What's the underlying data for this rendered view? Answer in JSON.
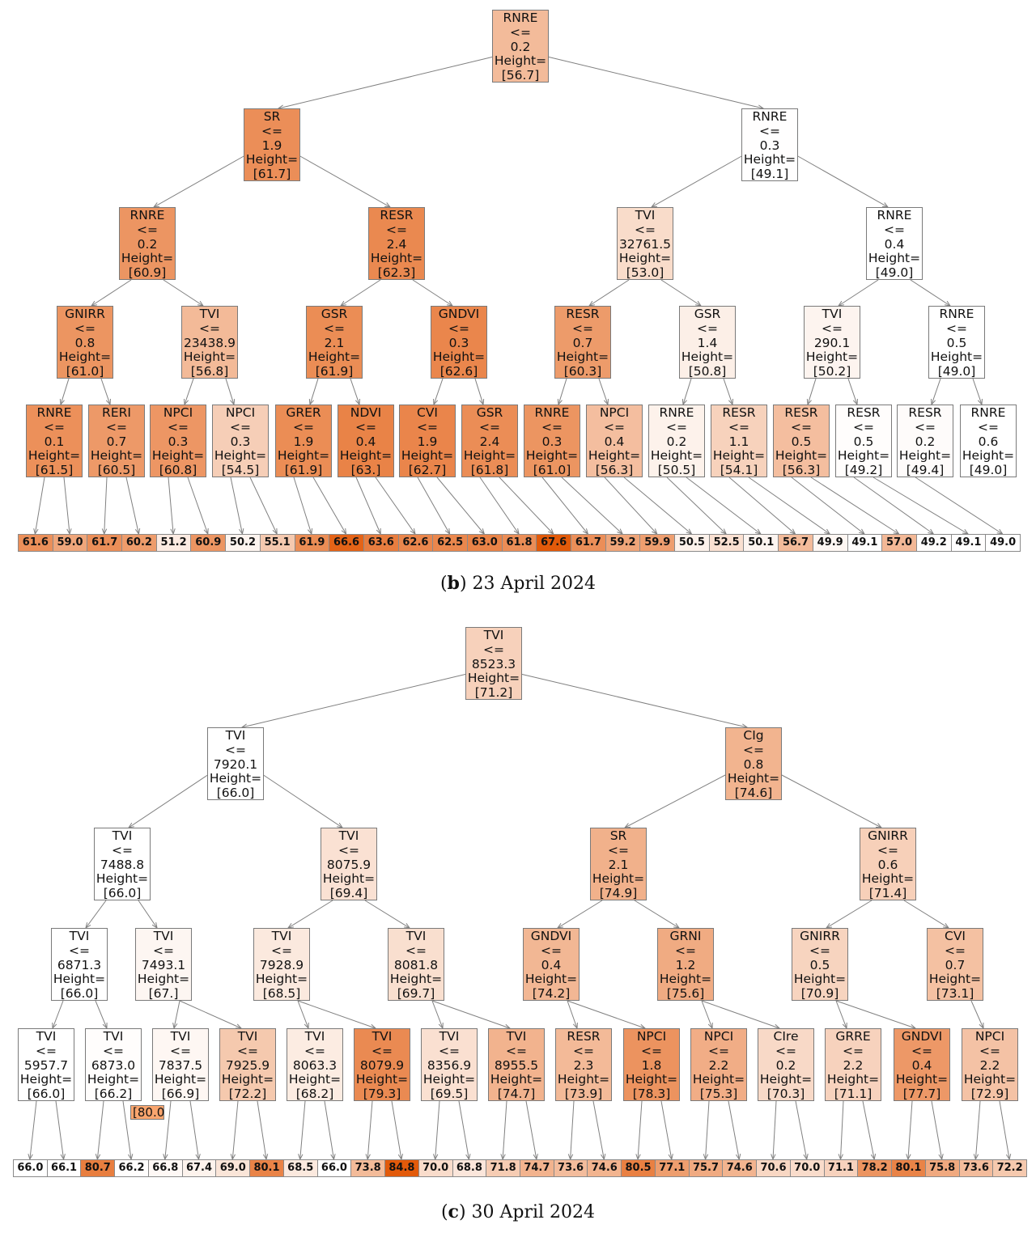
{
  "panels": [
    {
      "caption_letter": "b",
      "caption_text": "23 April 2024",
      "nodes": [
        [
          "RNRE",
          "0.2",
          "[56.7]"
        ],
        [
          "SR",
          "1.9",
          "[61.7]"
        ],
        [
          "RNRE",
          "0.3",
          "[49.1]"
        ],
        [
          "RNRE",
          "0.2",
          "[60.9]"
        ],
        [
          "RESR",
          "2.4",
          "[62.3]"
        ],
        [
          "TVI",
          "32761.5",
          "[53.0]"
        ],
        [
          "RNRE",
          "0.4",
          "[49.0]"
        ],
        [
          "GNIRR",
          "0.8",
          "[61.0]"
        ],
        [
          "TVI",
          "23438.9",
          "[56.8]"
        ],
        [
          "GSR",
          "2.1",
          "[61.9]"
        ],
        [
          "GNDVI",
          "0.3",
          "[62.6]"
        ],
        [
          "RESR",
          "0.7",
          "[60.3]"
        ],
        [
          "GSR",
          "1.4",
          "[50.8]"
        ],
        [
          "TVI",
          "290.1",
          "[50.2]"
        ],
        [
          "RNRE",
          "0.5",
          "[49.0]"
        ],
        [
          "RNRE",
          "0.1",
          "[61.5]"
        ],
        [
          "RERI",
          "0.7",
          "[60.5]"
        ],
        [
          "NPCI",
          "0.3",
          "[60.8]"
        ],
        [
          "NPCI",
          "0.3",
          "[54.5]"
        ],
        [
          "GRER",
          "1.9",
          "[61.9]"
        ],
        [
          "NDVI",
          "0.4",
          "[63.]"
        ],
        [
          "CVI",
          "1.9",
          "[62.7]"
        ],
        [
          "GSR",
          "2.4",
          "[61.8]"
        ],
        [
          "RNRE",
          "0.3",
          "[61.0]"
        ],
        [
          "NPCI",
          "0.4",
          "[56.3]"
        ],
        [
          "RNRE",
          "0.2",
          "[50.5]"
        ],
        [
          "RESR",
          "1.1",
          "[54.1]"
        ],
        [
          "RESR",
          "0.5",
          "[56.3]"
        ],
        [
          "RESR",
          "0.5",
          "[49.2]"
        ],
        [
          "RESR",
          "0.2",
          "[49.4]"
        ],
        [
          "RNRE",
          "0.6",
          "[49.0]"
        ]
      ],
      "leaves": [
        "61.6",
        "59.0",
        "61.7",
        "60.2",
        "51.2",
        "60.9",
        "50.2",
        "55.1",
        "61.9",
        "66.6",
        "63.6",
        "62.6",
        "62.5",
        "63.0",
        "61.8",
        "67.6",
        "61.7",
        "59.2",
        "59.9",
        "50.5",
        "52.5",
        "50.1",
        "56.7",
        "49.9",
        "49.1",
        "57.0",
        "49.2",
        "49.1",
        "49.0"
      ]
    },
    {
      "caption_letter": "c",
      "caption_text": "30 April 2024",
      "stray_label": "[80.0",
      "nodes": [
        [
          "TVI",
          "8523.3",
          "[71.2]"
        ],
        [
          "TVI",
          "7920.1",
          "[66.0]"
        ],
        [
          "CIg",
          "0.8",
          "[74.6]"
        ],
        [
          "TVI",
          "7488.8",
          "[66.0]"
        ],
        [
          "TVI",
          "8075.9",
          "[69.4]"
        ],
        [
          "SR",
          "2.1",
          "[74.9]"
        ],
        [
          "GNIRR",
          "0.6",
          "[71.4]"
        ],
        [
          "TVI",
          "6871.3",
          "[66.0]"
        ],
        [
          "TVI",
          "7493.1",
          "[67.]"
        ],
        [
          "TVI",
          "7928.9",
          "[68.5]"
        ],
        [
          "TVI",
          "8081.8",
          "[69.7]"
        ],
        [
          "GNDVI",
          "0.4",
          "[74.2]"
        ],
        [
          "GRNI",
          "1.2",
          "[75.6]"
        ],
        [
          "GNIRR",
          "0.5",
          "[70.9]"
        ],
        [
          "CVI",
          "0.7",
          "[73.1]"
        ],
        [
          "TVI",
          "5957.7",
          "[66.0]"
        ],
        [
          "TVI",
          "6873.0",
          "[66.2]"
        ],
        [
          "TVI",
          "7837.5",
          "[66.9]"
        ],
        [
          "TVI",
          "7925.9",
          "[72.2]"
        ],
        [
          "TVI",
          "8063.3",
          "[68.2]"
        ],
        [
          "TVI",
          "8079.9",
          "[79.3]"
        ],
        [
          "TVI",
          "8356.9",
          "[69.5]"
        ],
        [
          "TVI",
          "8955.5",
          "[74.7]"
        ],
        [
          "RESR",
          "2.3",
          "[73.9]"
        ],
        [
          "NPCI",
          "1.8",
          "[78.3]"
        ],
        [
          "NPCI",
          "2.2",
          "[75.3]"
        ],
        [
          "CIre",
          "0.2",
          "[70.3]"
        ],
        [
          "GRRE",
          "2.2",
          "[71.1]"
        ],
        [
          "GNDVI",
          "0.4",
          "[77.7]"
        ],
        [
          "NPCI",
          "2.2",
          "[72.9]"
        ]
      ],
      "leaves": [
        "66.0",
        "66.1",
        "80.7",
        "66.2",
        "66.8",
        "67.4",
        "69.0",
        "80.1",
        "68.5",
        "66.0",
        "73.8",
        "84.8",
        "70.0",
        "68.8",
        "71.8",
        "74.7",
        "73.6",
        "74.6",
        "80.5",
        "77.1",
        "75.7",
        "74.6",
        "70.6",
        "70.0",
        "71.1",
        "78.2",
        "80.1",
        "75.8",
        "73.6",
        "72.2"
      ]
    }
  ],
  "node_labels": {
    "operator": "<=",
    "value_prefix": "Height="
  }
}
